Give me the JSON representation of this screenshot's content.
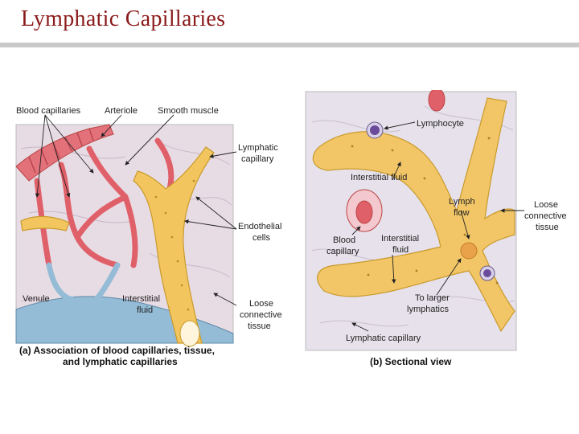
{
  "slide": {
    "title": "Lymphatic Capillaries"
  },
  "panel_a": {
    "labels": {
      "blood_capillaries": "Blood capillaries",
      "arteriole": "Arteriole",
      "smooth_muscle": "Smooth muscle",
      "lymphatic_capillary_1": "Lymphatic",
      "lymphatic_capillary_2": "capillary",
      "endothelial_1": "Endothelial",
      "endothelial_2": "cells",
      "venule": "Venule",
      "interstitial_1": "Interstitial",
      "interstitial_2": "fluid",
      "loose_1": "Loose",
      "loose_2": "connective",
      "loose_3": "tissue"
    },
    "caption_1": "(a) Association of blood capillaries, tissue,",
    "caption_2": "and lymphatic capillaries"
  },
  "panel_b": {
    "labels": {
      "lymphocyte": "Lymphocyte",
      "interstitial_fluid_top": "Interstitial fluid",
      "lymph_1": "Lymph",
      "lymph_2": "flow",
      "loose_1": "Loose",
      "loose_2": "connective",
      "loose_3": "tissue",
      "blood_1": "Blood",
      "blood_2": "capillary",
      "interstitial_1": "Interstitial",
      "interstitial_2": "fluid",
      "larger_1": "To larger",
      "larger_2": "lymphatics",
      "lymphatic_capillary": "Lymphatic capillary"
    },
    "caption": "(b) Sectional view"
  },
  "colors": {
    "title": "#8b1a1a",
    "tissue_bg": "#e6dde6",
    "blood": "#e0606a",
    "lymph": "#f0c460",
    "venule": "#8fb6cf"
  }
}
